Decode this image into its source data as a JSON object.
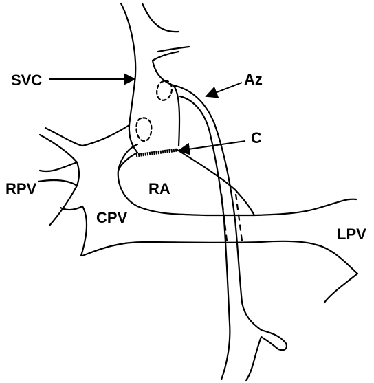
{
  "labels": {
    "svc": "SVC",
    "az": "Az",
    "c": "C",
    "rpv": "RPV",
    "ra": "RA",
    "cpv": "CPV",
    "lpv": "LPV"
  }
}
